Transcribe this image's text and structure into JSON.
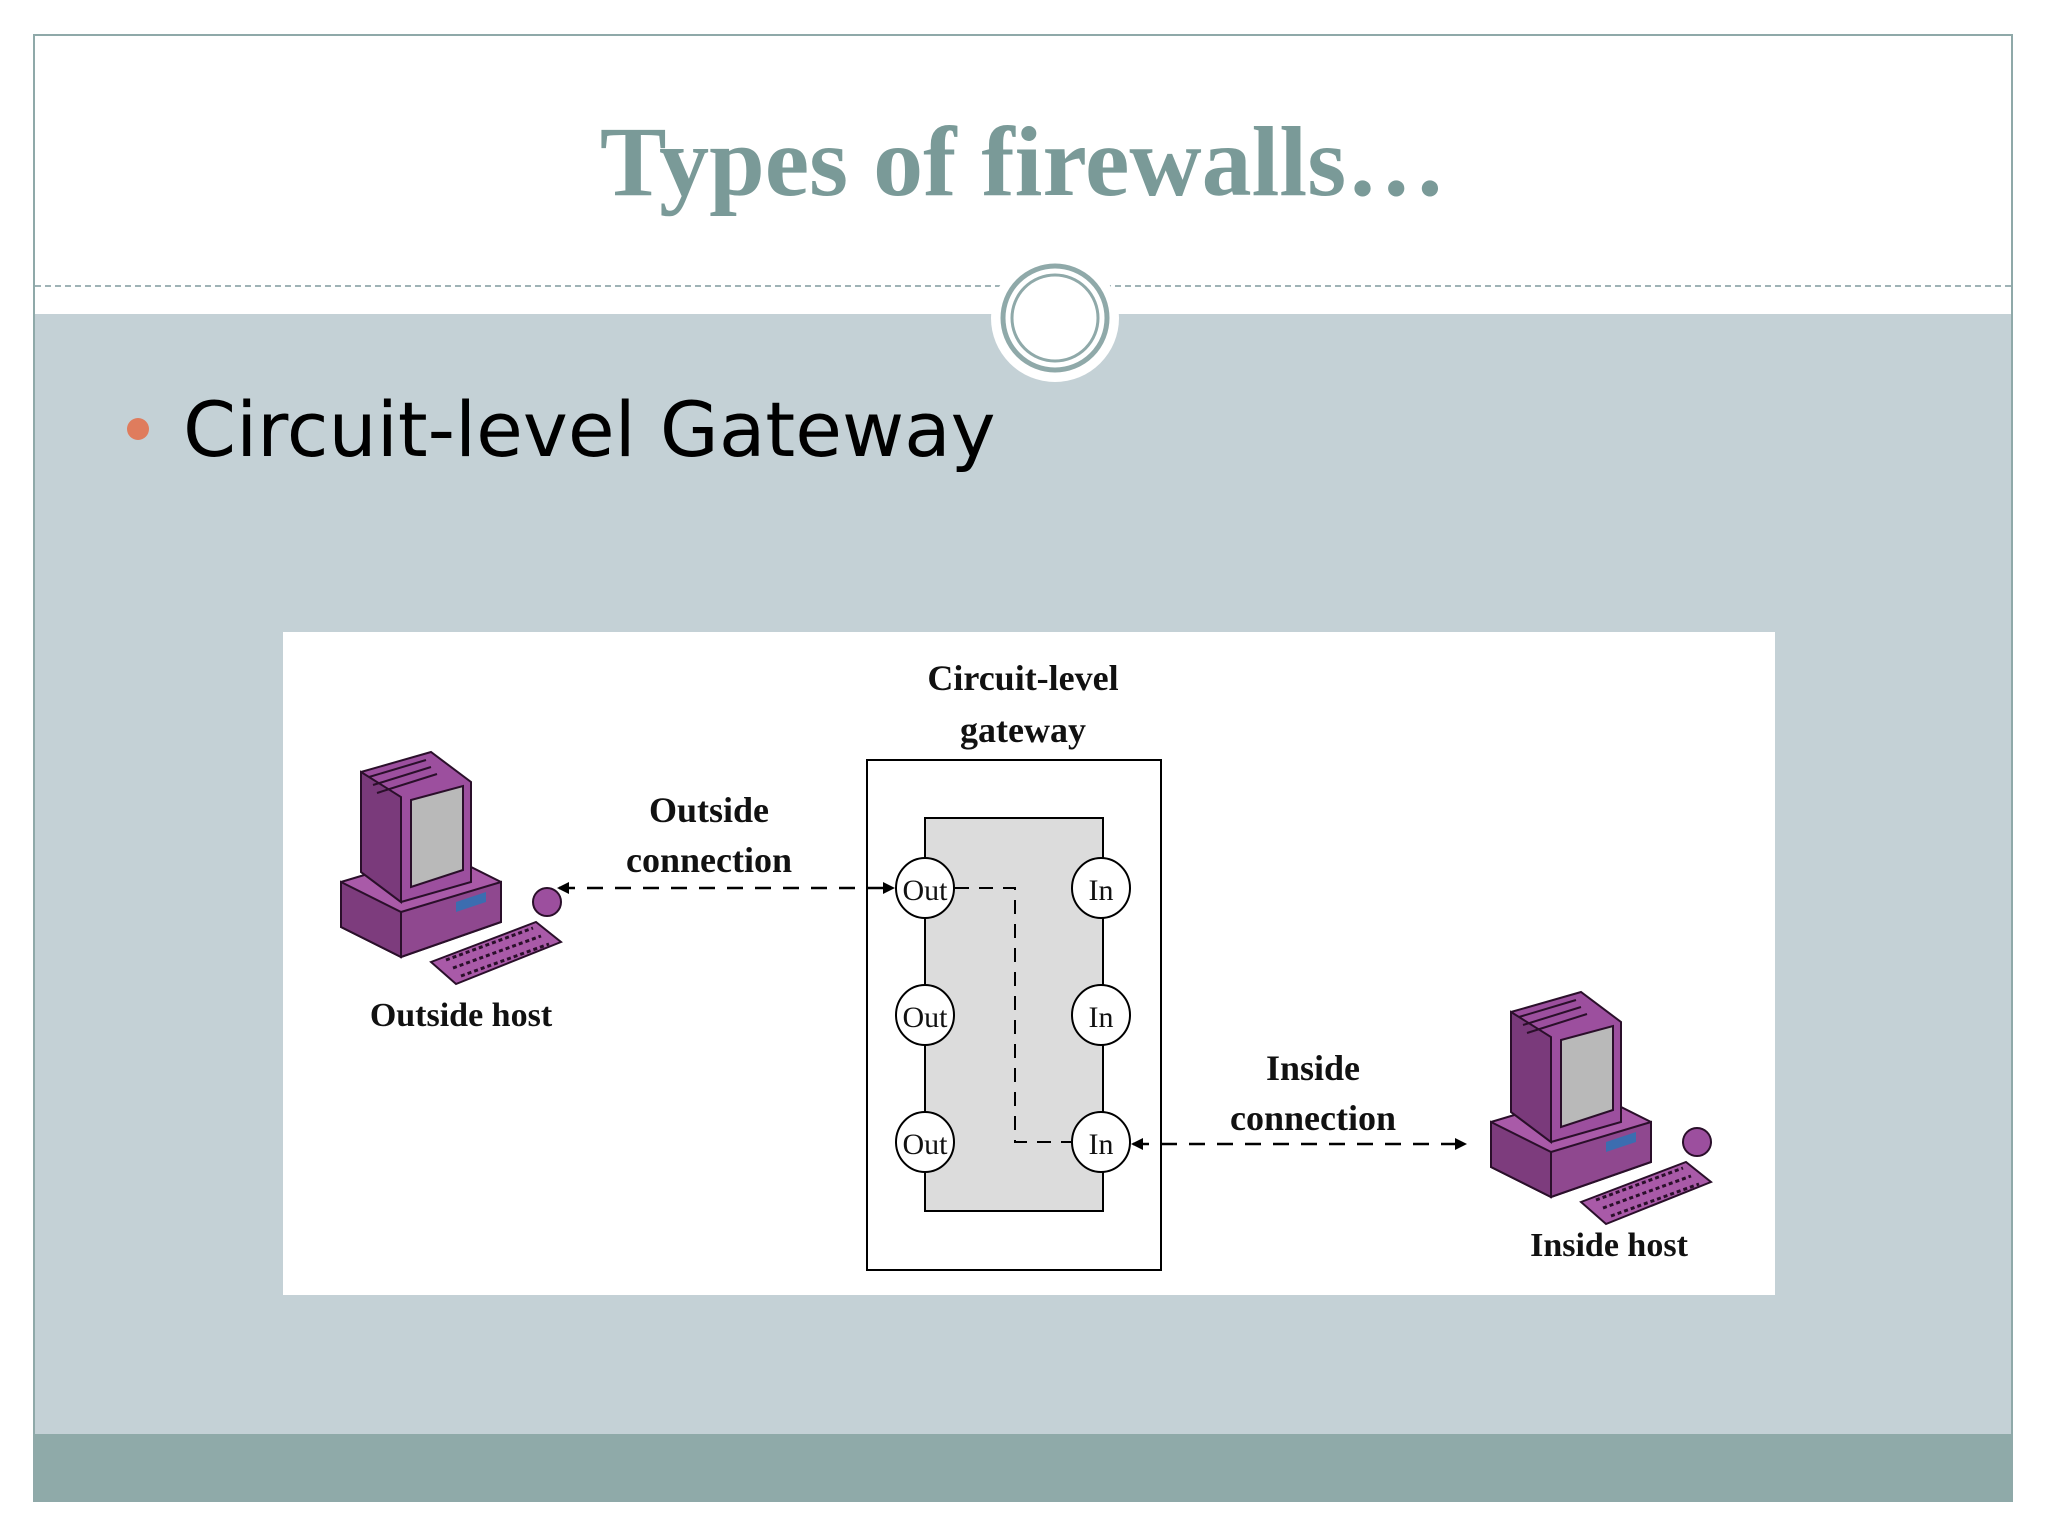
{
  "slide": {
    "title": "Types of firewalls…",
    "bullet": "Circuit-level Gateway"
  },
  "diagram": {
    "gateway_label_line1": "Circuit-level",
    "gateway_label_line2": "gateway",
    "outside_connection_line1": "Outside",
    "outside_connection_line2": "connection",
    "inside_connection_line1": "Inside",
    "inside_connection_line2": "connection",
    "outside_host": "Outside host",
    "inside_host": "Inside host",
    "ports_out": [
      "Out",
      "Out",
      "Out"
    ],
    "ports_in": [
      "In",
      "In",
      "In"
    ]
  },
  "colors": {
    "title": "#7a9a98",
    "content_bg": "#c4d1d6",
    "footer_bg": "#8faaa9",
    "bullet": "#df7c5d",
    "computer": "#9c4f9e"
  }
}
